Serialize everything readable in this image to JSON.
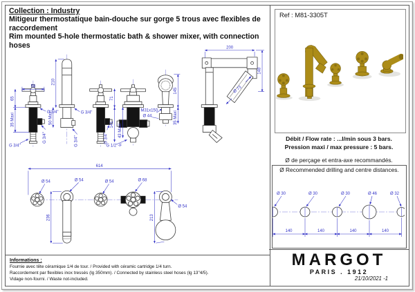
{
  "title_block": {
    "line1": "Collection : Industry",
    "line2": "Mitigeur thermostatique bain-douche sur gorge 5 trous avec flexibles de",
    "line3": "raccordement",
    "line4": "Rim mounted 5-hole thermostatic bath & shower mixer, with connection",
    "line5": "hoses"
  },
  "ref_label": "Ref : M81-3305T",
  "flow": {
    "line1": "Débit / Flow rate : ...l/min sous 3 bars.",
    "line2": "Pression maxi / max pressure : 5 bars."
  },
  "drilling": {
    "title_fr": "Ø de perçage et entra-axe recommandés.",
    "title_en": "Ø Recommended drilling and centre distances.",
    "holes": [
      "Ø 30",
      "Ø 30",
      "Ø 30",
      "Ø 46",
      "Ø 32"
    ],
    "spacings": [
      "140",
      "140",
      "140",
      "140"
    ]
  },
  "dims": {
    "valve": {
      "w": "58",
      "h": "65",
      "max": "35 Maxi",
      "g_deck": "G 3/4\"",
      "g_side": "G 3/4\"",
      "g_in": "G 3/4\""
    },
    "spout": {
      "h": "210",
      "g_deck": "G 3/4\"",
      "max": "50 Maxi",
      "g_out": "G 3/4\""
    },
    "valve2": {
      "g_side": "G 3/4\""
    },
    "thermo": {
      "h": "71",
      "total": "141",
      "max": "43 Maxi",
      "g": "G 1/2\"-F"
    },
    "holder": {
      "thread": "M31x150",
      "dia": "Ø 44"
    },
    "shower": {
      "h": "145",
      "max": "35 Maxi"
    },
    "rest": {
      "w": "200",
      "dia": "Ø 73",
      "h": "148"
    },
    "top": {
      "total": "614",
      "d": [
        "Ø 54",
        "Ø 54",
        "Ø 54",
        "Ø 68",
        "Ø 54"
      ],
      "spout_len": "236",
      "shower_len": "213"
    }
  },
  "informations": {
    "heading": "Informations :",
    "line1": "Fournie avec tête céramique 1/4 de tour. / Provided with céramic cartridge 1/4 turn.",
    "line2": "Raccordement par flexibles inox tressés (lg 350mm). / Connected by stainless steel hoses (lg 13\"4/5).",
    "line3": "Vidage non-fourni. / Waste not-included."
  },
  "brand": {
    "name": "MARGOT",
    "sub": "PARIS . 1912",
    "date": "21/10/2021 -1"
  },
  "colors": {
    "dimension_blue": "#3535c8",
    "brass": "#ac8c18"
  }
}
